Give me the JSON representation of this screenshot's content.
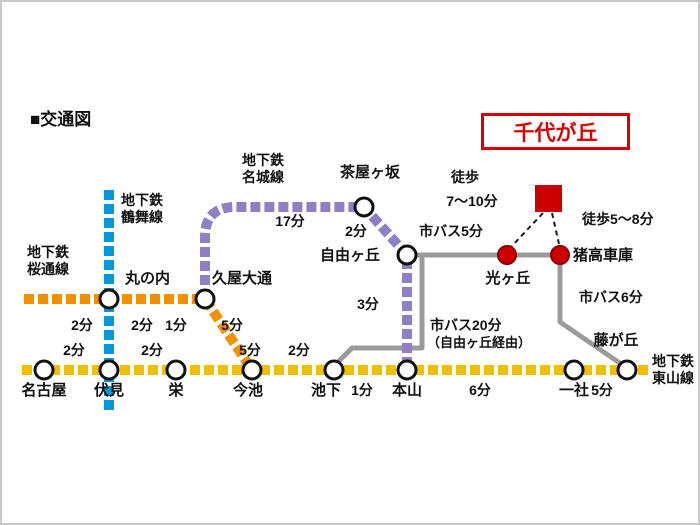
{
  "header": {
    "title": "■交通図"
  },
  "destination": {
    "name": "千代が丘"
  },
  "line_labels": {
    "tsurumai": {
      "l1": "地下鉄",
      "l2": "鶴舞線"
    },
    "sakuradori": {
      "l1": "地下鉄",
      "l2": "桜通線"
    },
    "meijo": {
      "l1": "地下鉄",
      "l2": "名城線"
    },
    "higashiyama": {
      "l1": "地下鉄",
      "l2": "東山線"
    }
  },
  "stations": {
    "nagoya": "名古屋",
    "fushimi": "伏見",
    "sakae": "栄",
    "imaike": "今池",
    "ikeshita": "池下",
    "motoyama": "本山",
    "issha": "一社",
    "fujigaoka": "藤が丘",
    "marunouchi": "丸の内",
    "hisayaodori": "久屋大通",
    "chayagasaka": "茶屋ヶ坂",
    "jiyugaoka": "自由ヶ丘",
    "hikarigaoka": "光ヶ丘",
    "idakashako": "猪高車庫"
  },
  "times": {
    "sakuradori_west": "2分",
    "tsurumai_marunouchi_fushimi": "2分",
    "sakuradori_marunouchi_hisaya": "1分",
    "sakuradori_hisaya_imaike": "5分",
    "meijo_hisaya_chayagasaka": "17分",
    "meijo_chayagasaka_jiyugaoka": "2分",
    "meijo_jiyugaoka_motoyama": "3分",
    "higashiyama_nagoya_fushimi": "2分",
    "higashiyama_fushimi_sakae": "2分",
    "higashiyama_sakae_imaike": "5分",
    "higashiyama_imaike_ikeshita": "2分",
    "higashiyama_ikeshita_motoyama": "1分",
    "higashiyama_motoyama_issha": "6分",
    "higashiyama_issha_fujigaoka": "5分"
  },
  "bus": {
    "bus5": "市バス5分",
    "bus6": "市バス6分",
    "bus20": "市バス20分",
    "bus20_note": "（自由ヶ丘経由）"
  },
  "walk": {
    "w1a": "徒歩",
    "w1b": "7〜10分",
    "w2": "徒歩5〜8分"
  },
  "colors": {
    "higashiyama": "#f0c000",
    "tsurumai": "#0099dd",
    "sakuradori": "#f39000",
    "meijo": "#8f7fc5",
    "bus": "#9b9b9b",
    "destination_red": "#cc0000"
  }
}
